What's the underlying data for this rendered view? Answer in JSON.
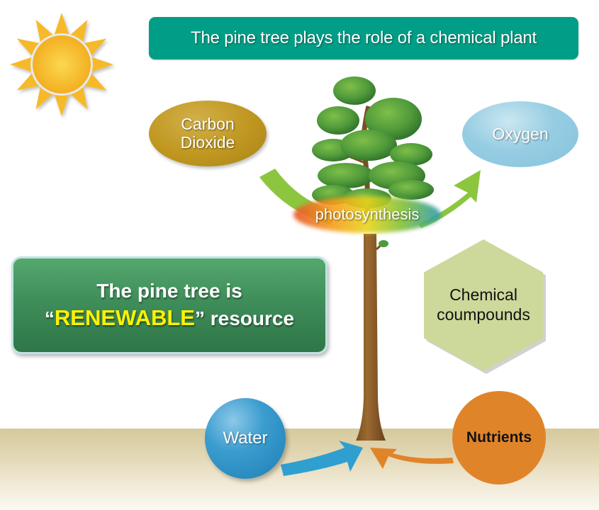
{
  "title": "The pine tree plays the role of a chemical plant",
  "inputs": {
    "carbon_dioxide": {
      "line1": "Carbon",
      "line2": "Dioxide"
    },
    "water": "Water",
    "nutrients": "Nutrients"
  },
  "outputs": {
    "oxygen": "Oxygen",
    "chemical_compounds": {
      "line1": "Chemical",
      "line2": "coumpounds"
    }
  },
  "process": "photosynthesis",
  "renewable_box": {
    "line1": "The pine tree is",
    "open_quote": "“",
    "highlight": "RENEWABLE",
    "close_quote": "”",
    "rest": " resource"
  },
  "icons": {
    "sun": "sun-icon",
    "tree": "pine-tree-icon"
  },
  "colors": {
    "title_banner": "#009e86",
    "carbon_dioxide": "#bf961f",
    "oxygen": "#97cde3",
    "water": "#3a9ccf",
    "nutrients": "#e0842a",
    "renewable_box": "#3f8e5a",
    "renewable_highlight": "#fff200",
    "chemical_compounds": "#cdd89b",
    "flow_arrow_green": "#8cc63f",
    "ground": "#d5c99c",
    "sun": "#f6b92b"
  }
}
